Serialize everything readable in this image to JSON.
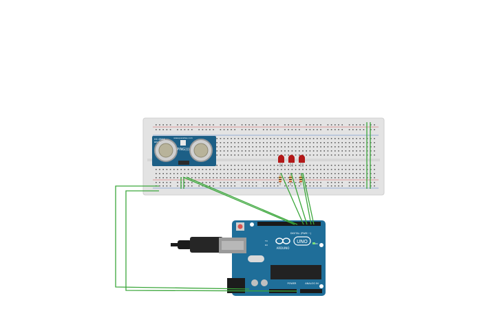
{
  "colors": {
    "background": "#ffffff",
    "breadboard": "#e3e3e3",
    "breadboard_edge": "#cfcfcf",
    "hole": "#4a4a4a",
    "rail_red": "#d9534f",
    "rail_blue": "#4a77c8",
    "wire_green": "#3aa63a",
    "board_blue": "#1f6e99",
    "sensor_blue": "#1c5f86",
    "led_red": "#b31818",
    "usb_gray": "#9a9a9a",
    "cable_black": "#1c1c1c"
  },
  "sensor": {
    "model": "HC-SR04",
    "rev": "REV 1",
    "label": "PING)))",
    "sublabel": "www.parallax.com",
    "icon": "ultrasonic-sensor-icon"
  },
  "arduino": {
    "brand": "ARDUINO",
    "model": "UNO",
    "digital_label": "DIGITAL (PWM ~)",
    "power_label": "POWER",
    "analog_label": "ANALOG IN",
    "tx_label": "TX",
    "rx_label": "RX",
    "on_label": "ON",
    "icon": "arduino-infinity-icon"
  },
  "leds": [
    {
      "color": "red"
    },
    {
      "color": "red"
    },
    {
      "color": "red"
    }
  ],
  "resistors": [
    {
      "name": "resistor-1"
    },
    {
      "name": "resistor-2"
    },
    {
      "name": "resistor-3"
    }
  ]
}
